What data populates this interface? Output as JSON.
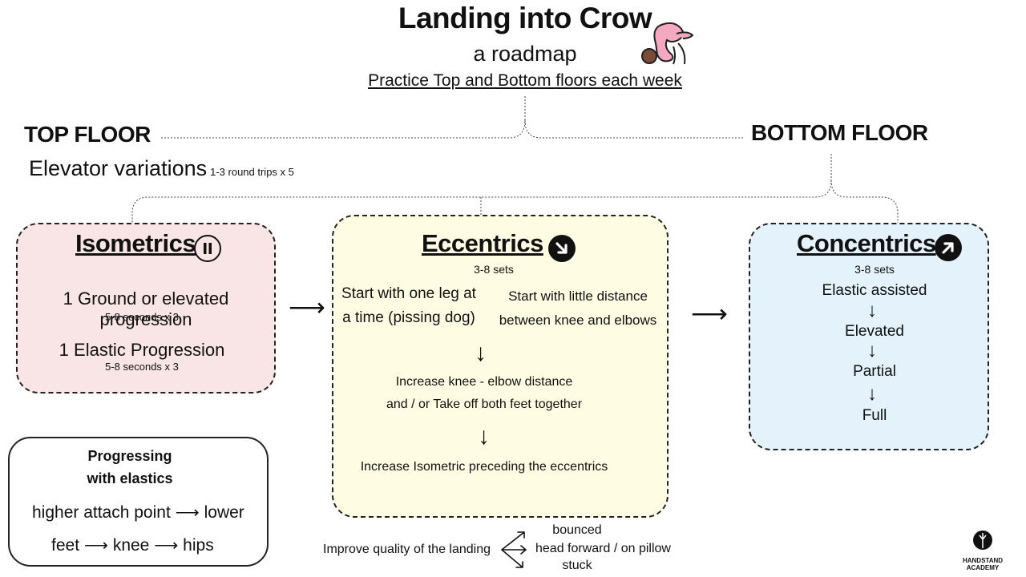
{
  "header": {
    "title": "Landing into Crow",
    "subtitle": "a roadmap",
    "guideline": "Practice Top and Bottom floors each week"
  },
  "top_floor": {
    "label": "TOP FLOOR",
    "elevator_label": "Elevator variations",
    "elevator_detail": "1-3 round trips x 5"
  },
  "bottom_floor": {
    "label": "BOTTOM FLOOR"
  },
  "isometrics": {
    "title": "Isometrics",
    "icon": "pause-icon",
    "item1": "1 Ground or elevated progression",
    "item1_detail": "5-8 seconds x 3",
    "item2": "1 Elastic Progression",
    "item2_detail": "5-8 seconds x 3"
  },
  "eccentrics": {
    "title": "Eccentrics",
    "icon": "arrow-down-right-icon",
    "sets": "3-8 sets",
    "left_line1": "Start with one leg at",
    "left_line2": "a time (pissing dog)",
    "right_line1": "Start with little distance",
    "right_line2": "between knee and elbows",
    "step2_line1": "Increase knee - elbow distance",
    "step2_line2": "and / or Take off both feet together",
    "step3": "Increase Isometric preceding the eccentrics"
  },
  "concentrics": {
    "title": "Concentrics",
    "icon": "arrow-up-right-icon",
    "sets": "3-8 sets",
    "steps": [
      "Elastic assisted",
      "Elevated",
      "Partial",
      "Full"
    ]
  },
  "progressing": {
    "title_line1": "Progressing",
    "title_line2": "with elastics",
    "line1_a": "higher attach point",
    "line1_b": "lower",
    "line2_a": "feet",
    "line2_b": "knee",
    "line2_c": "hips"
  },
  "landing": {
    "label": "Improve quality of the landing",
    "options": [
      "bounced",
      "head forward / on pillow",
      "stuck"
    ]
  },
  "logo": {
    "line1": "HANDSTAND",
    "line2": "ACADEMY"
  },
  "colors": {
    "isometrics_bg": "#f9e5e5",
    "eccentrics_bg": "#fefce2",
    "concentrics_bg": "#e3f2fb"
  }
}
